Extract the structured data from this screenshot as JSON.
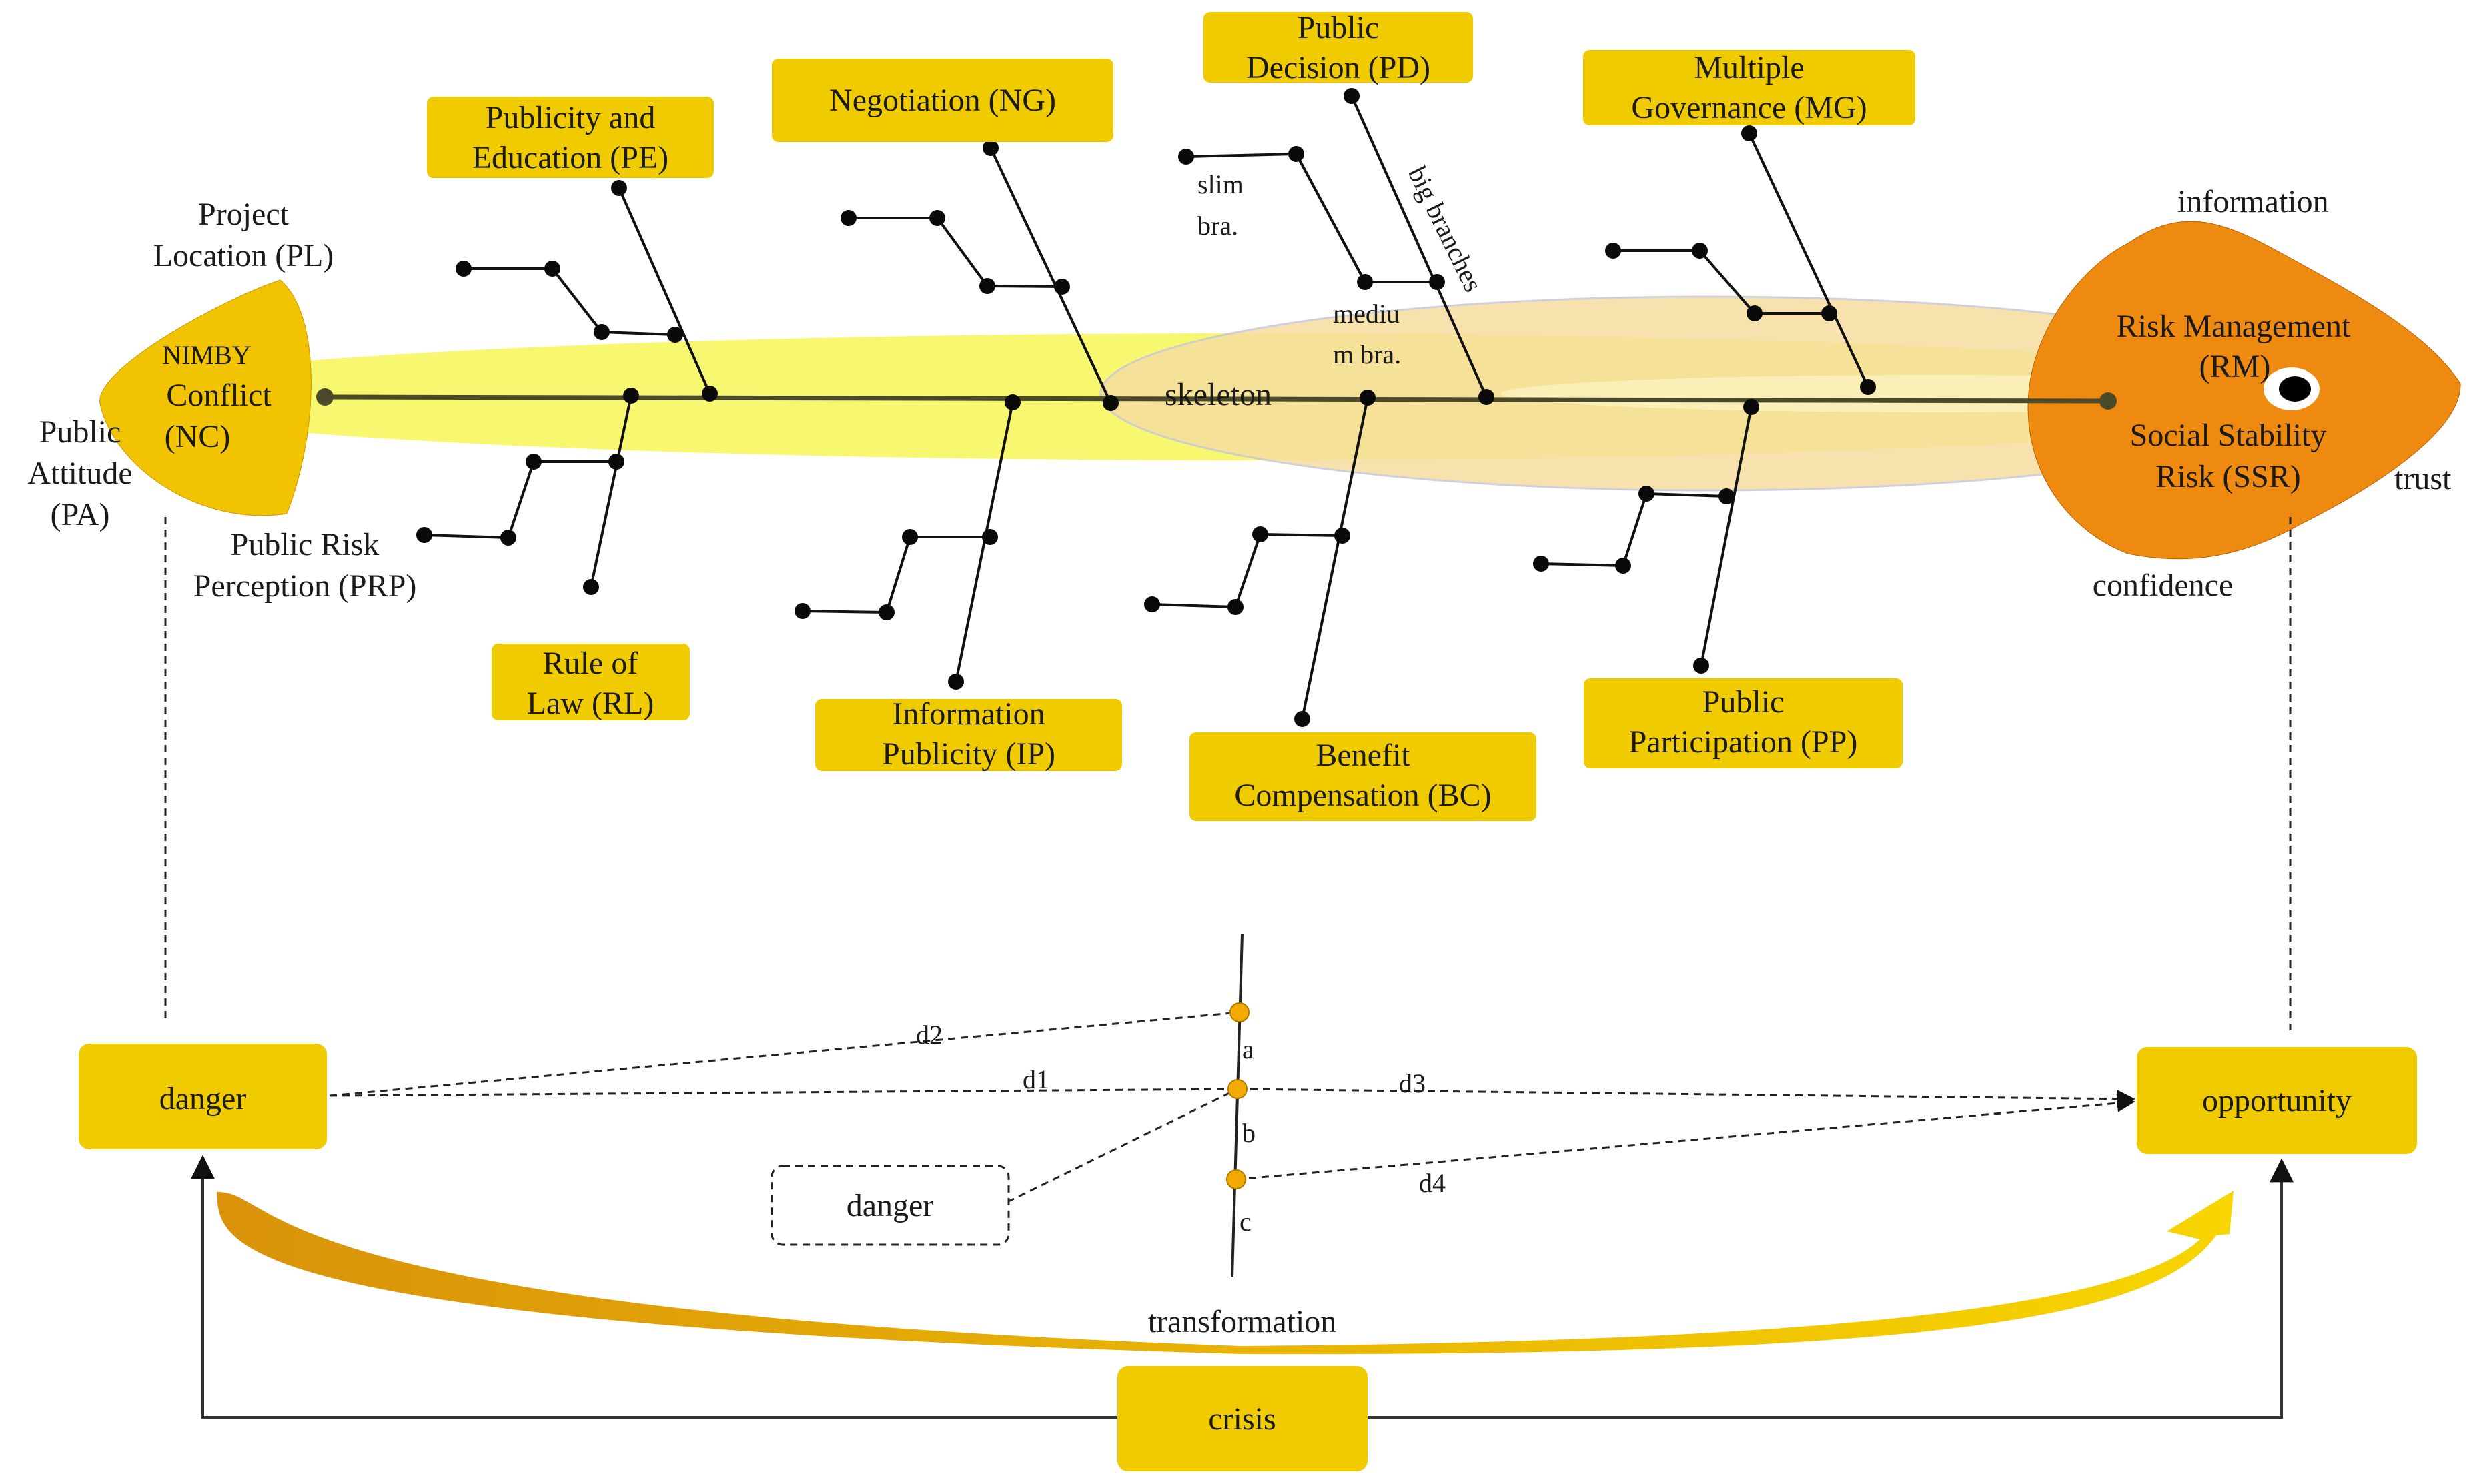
{
  "colors": {
    "box_fill": "#F0CB00",
    "head_fill": "#EE8A10",
    "tail_fill": "#F2C300",
    "glow_outer": "#F8F870",
    "glow_inner": "#F6DDA0",
    "spine": "#4A4A2A",
    "line": "#111111",
    "node": "#0a0a0a",
    "dot": "#F2A900",
    "arrow_gradient_start": "#D9920A",
    "arrow_gradient_end": "#F7D500"
  },
  "tail": {
    "label_small": "NIMBY",
    "label_line2": "Conflict",
    "label_line3": "(NC)"
  },
  "head": {
    "line1": "Risk Management",
    "line2": "(RM)",
    "line3": "Social Stability",
    "line4": "Risk (SSR)"
  },
  "factor_boxes": {
    "pe": [
      "Publicity and",
      "Education (PE)"
    ],
    "ng": [
      "Negotiation (NG)"
    ],
    "pd": [
      "Public",
      "Decision (PD)"
    ],
    "mg": [
      "Multiple",
      "Governance (MG)"
    ],
    "rl": [
      "Rule of",
      "Law (RL)"
    ],
    "ip": [
      "Information",
      "Publicity (IP)"
    ],
    "bc": [
      "Benefit",
      "Compensation (BC)"
    ],
    "pp": [
      "Public",
      "Participation (PP)"
    ]
  },
  "side_labels": {
    "pl": [
      "Project",
      "Location (PL)"
    ],
    "pa": [
      "Public",
      "Attitude",
      "(PA)"
    ],
    "prp": [
      "Public Risk",
      "Perception (PRP)"
    ],
    "information": "information",
    "trust": "trust",
    "confidence": "confidence"
  },
  "structure_labels": {
    "skeleton": "skeleton",
    "slim": [
      "slim",
      "bra."
    ],
    "medium": [
      "mediu",
      "m bra."
    ],
    "big": "big branches"
  },
  "bottom": {
    "danger_box": "danger",
    "opportunity_box": "opportunity",
    "crisis_box": "crisis",
    "danger_dashed_box": "danger",
    "transformation": "transformation",
    "d1": "d1",
    "d2": "d2",
    "d3": "d3",
    "d4": "d4",
    "a": "a",
    "b": "b",
    "c": "c"
  }
}
